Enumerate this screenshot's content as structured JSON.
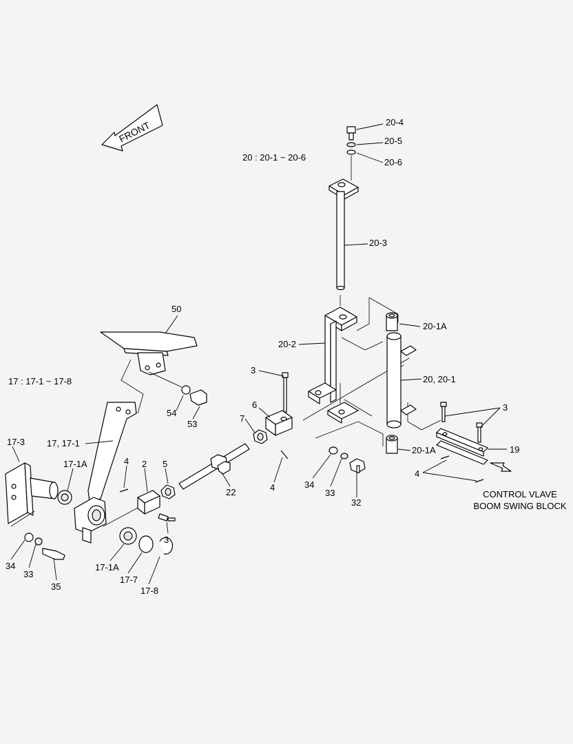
{
  "direction": "FRONT",
  "groups": {
    "g20": "20 : 20-1 ~ 20-6",
    "g17": "17 : 17-1 ~ 17-8"
  },
  "labels": {
    "p20_4": "20-4",
    "p20_5": "20-5",
    "p20_6": "20-6",
    "p20_3": "20-3",
    "p50": "50",
    "p20_1A_top": "20-1A",
    "p20_2": "20-2",
    "p20_20_1": "20, 20-1",
    "p3_a": "3",
    "p6": "6",
    "p7": "7",
    "p54": "54",
    "p53": "53",
    "p3_b": "3",
    "p19": "19",
    "p20_1A_bot": "20-1A",
    "p17_3": "17-3",
    "p17_17_1": "17, 17-1",
    "p17_1A_top": "17-1A",
    "p4_a": "4",
    "p2": "2",
    "p5": "5",
    "p22": "22",
    "p4_b": "4",
    "p34_a": "34",
    "p33_a": "33",
    "p32": "32",
    "p4_c": "4",
    "p3_c": "3",
    "p34_b": "34",
    "p33_b": "33",
    "p35": "35",
    "p17_1A_bot": "17-1A",
    "p17_7": "17-7",
    "p17_8": "17-8"
  },
  "destination": {
    "line1": "CONTROL VLAVE",
    "line2": "BOOM SWING BLOCK"
  }
}
